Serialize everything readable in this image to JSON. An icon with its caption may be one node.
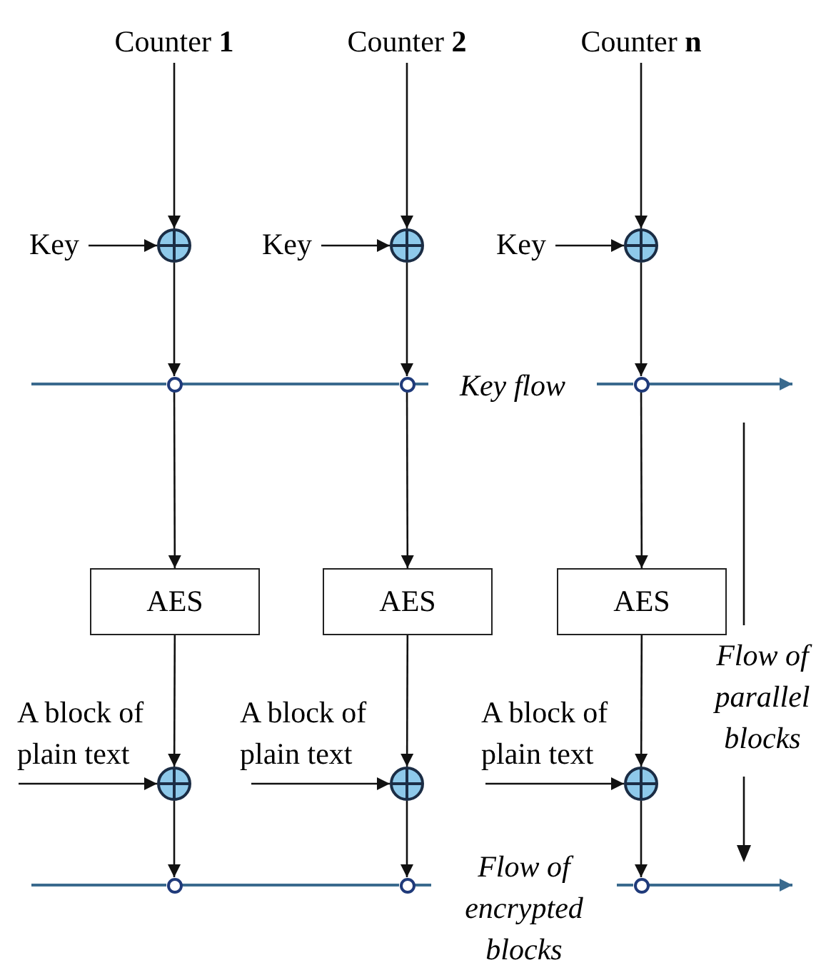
{
  "diagram": {
    "nodes": [
      {
        "text": [
          "Counter **1**"
        ]
      },
      {
        "text": [
          "Counter **2**"
        ]
      },
      {
        "text": [
          "Counter **n**"
        ]
      },
      {
        "text": [
          "Key"
        ]
      },
      {
        "text": [],
        "shape": "circle"
      },
      {
        "text": [
          "Key"
        ]
      },
      {
        "text": [],
        "shape": "circle"
      },
      {
        "text": [
          "Key"
        ]
      },
      {
        "text": [],
        "shape": "circle"
      },
      {
        "text": [],
        "shape": "circle"
      },
      {
        "text": [],
        "shape": "circle"
      },
      {
        "text": [],
        "shape": "circle"
      },
      {
        "text": [
          "AES"
        ]
      },
      {
        "text": [
          "AES"
        ]
      },
      {
        "text": [
          "AES"
        ]
      },
      {
        "text": [],
        "shape": "circle"
      },
      {
        "text": [],
        "shape": "circle"
      },
      {
        "text": [],
        "shape": "circle"
      },
      {
        "text": [],
        "shape": "circle"
      },
      {
        "text": [],
        "shape": "circle"
      },
      {
        "text": [],
        "shape": "circle"
      }
    ],
    "edges": [
      {
        "from": 0,
        "to": 4,
        "arrow": "to"
      },
      {
        "from": 1,
        "to": 6,
        "arrow": "to"
      },
      {
        "from": 2,
        "to": 8,
        "arrow": "to"
      },
      {
        "from": 3,
        "to": 4,
        "arrow": "to"
      },
      {
        "from": 5,
        "to": 6,
        "arrow": "to"
      },
      {
        "from": 7,
        "to": 8,
        "arrow": "to"
      },
      {
        "from": 4,
        "to": 9,
        "arrow": "to"
      },
      {
        "from": 6,
        "to": 10,
        "arrow": "to"
      },
      {
        "from": 8,
        "to": 11,
        "arrow": "to"
      },
      {
        "from": 9,
        "to": 12,
        "arrow": "to"
      },
      {
        "from": 10,
        "to": 13,
        "arrow": "to"
      },
      {
        "from": 11,
        "to": 14,
        "arrow": "to"
      },
      {
        "from": 12,
        "to": 15,
        "arrow": "to"
      },
      {
        "from": 13,
        "to": 16,
        "arrow": "to"
      },
      {
        "from": 14,
        "to": 17,
        "arrow": "to"
      },
      {
        "from": null,
        "to": 15,
        "arrow": "to",
        "label": "A block of plain text"
      },
      {
        "from": null,
        "to": 16,
        "arrow": "to",
        "label": "A block of plain text"
      },
      {
        "from": null,
        "to": 17,
        "arrow": "to",
        "label": "A block of plain text"
      },
      {
        "from": 15,
        "to": 18,
        "arrow": "to"
      },
      {
        "from": 16,
        "to": 19,
        "arrow": "to"
      },
      {
        "from": 17,
        "to": 20,
        "arrow": "to"
      },
      {
        "from": null,
        "to": 9,
        "arrow": "none",
        "color": "#3a6a8e"
      },
      {
        "from": 9,
        "to": 10,
        "arrow": "none",
        "color": "#3a6a8e"
      },
      {
        "from": 10,
        "to": 11,
        "arrow": "none",
        "label": "Key flow",
        "color": "#3a6a8e"
      },
      {
        "from": 11,
        "to": null,
        "arrow": "to",
        "color": "#3a6a8e"
      },
      {
        "from": null,
        "to": 18,
        "arrow": "none",
        "color": "#3a6a8e"
      },
      {
        "from": 18,
        "to": 19,
        "arrow": "none",
        "color": "#3a6a8e"
      },
      {
        "from": 19,
        "to": 20,
        "arrow": "none",
        "label": "Flow of encrypted blocks",
        "color": "#3a6a8e"
      },
      {
        "from": 20,
        "to": null,
        "arrow": "to",
        "color": "#3a6a8e"
      }
    ],
    "labels": [
      "Flow of parallel blocks"
    ]
  }
}
